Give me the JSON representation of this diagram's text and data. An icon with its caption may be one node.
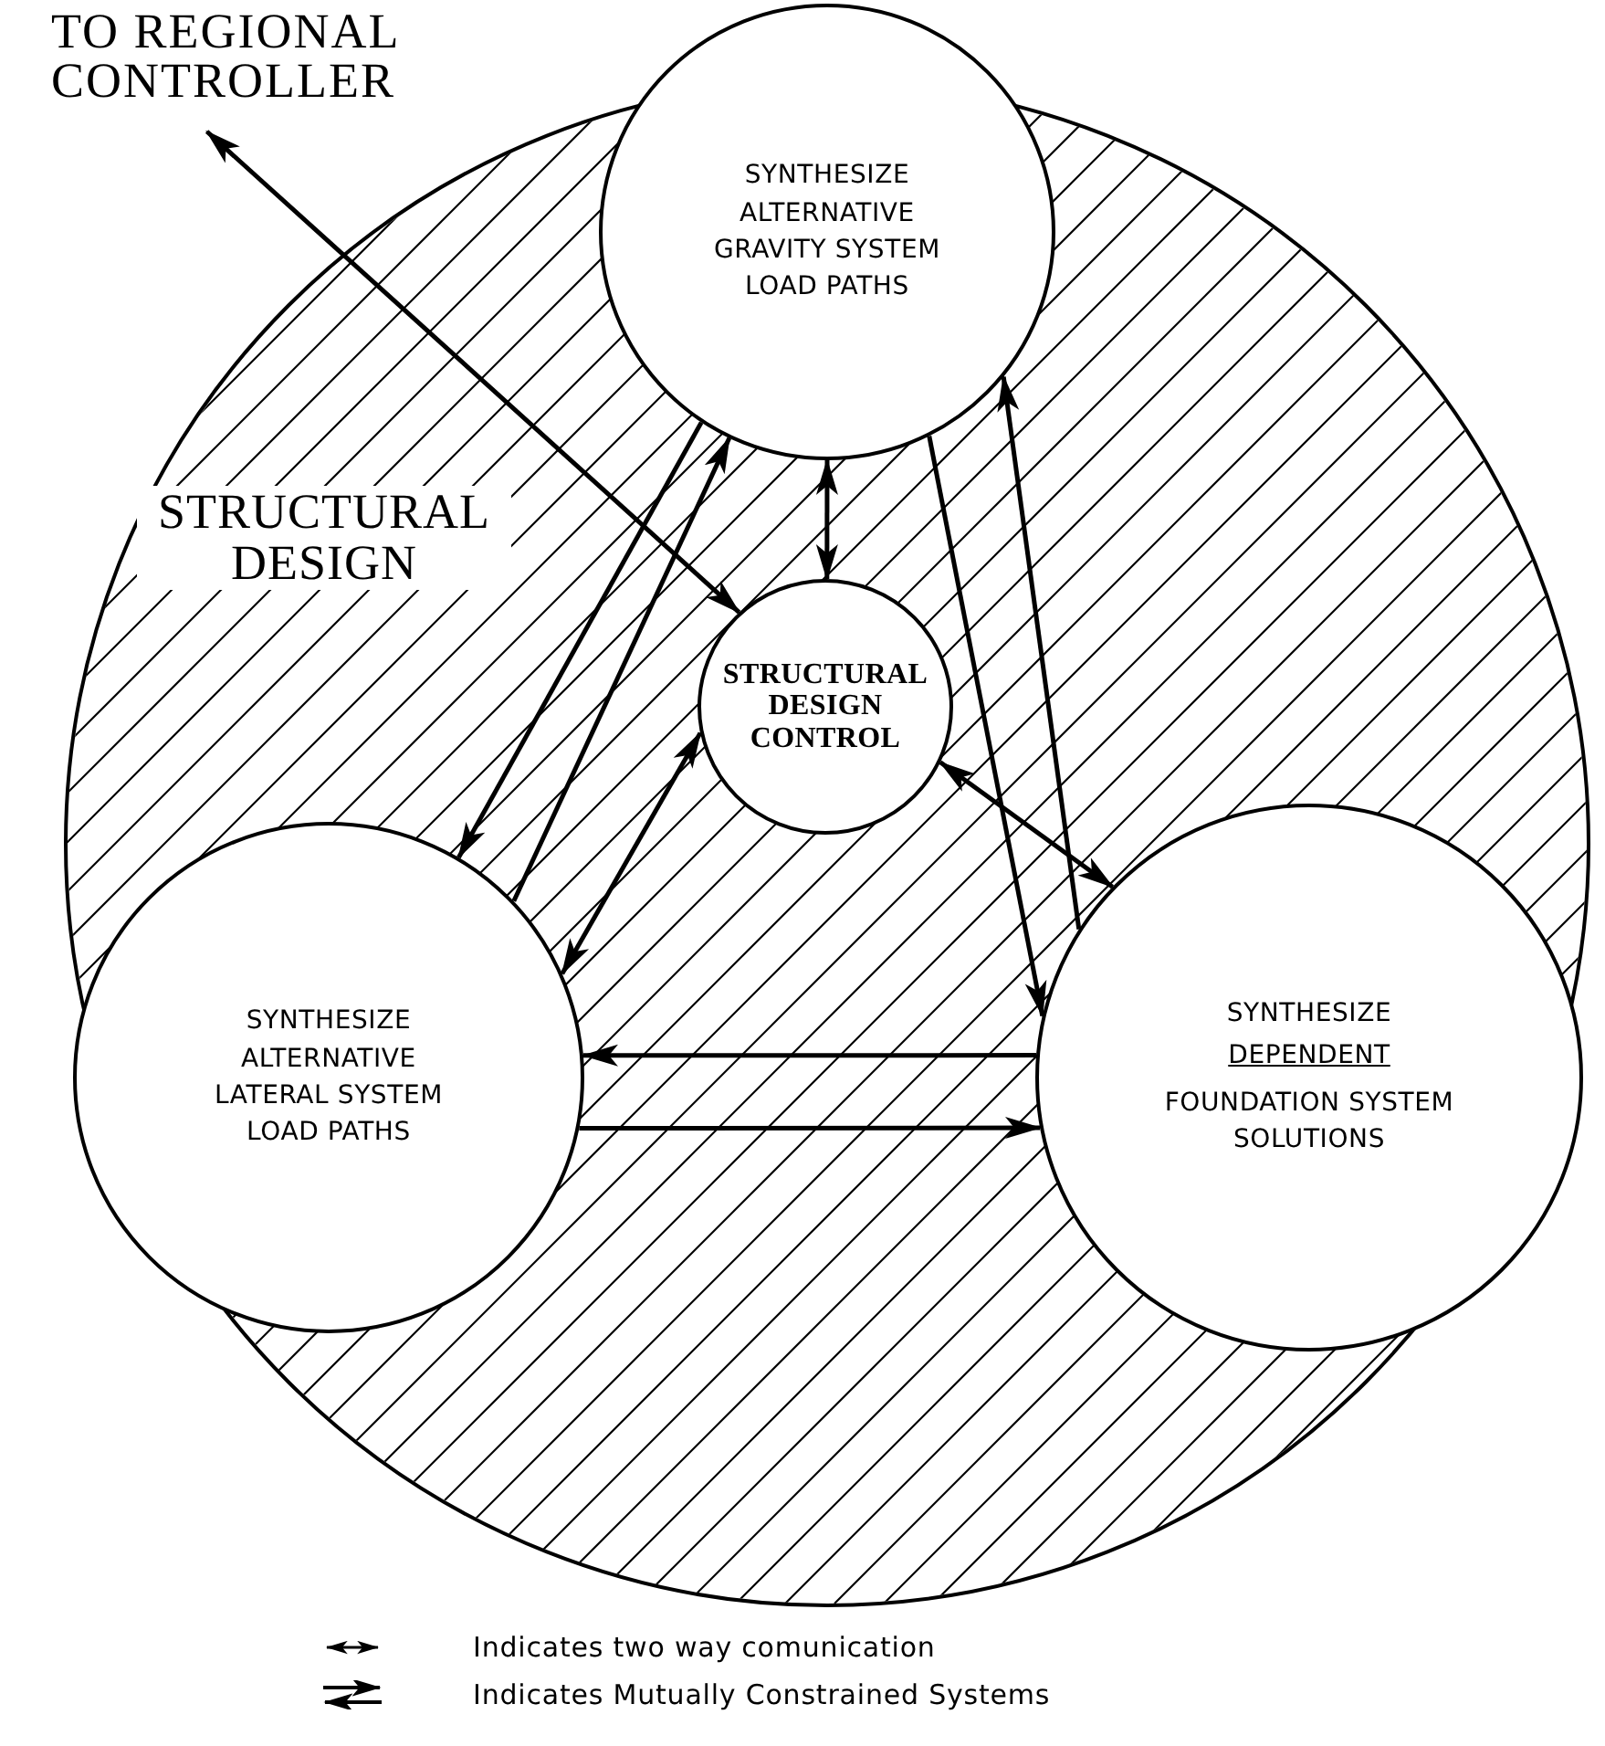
{
  "diagram": {
    "nodes": [
      {
        "text": [
          "STRUCTURAL DESIGN"
        ]
      },
      {
        "text": [
          "SYNTHESIZE ALTERNATIVE GRAVITY SYSTEM LOAD PATHS"
        ],
        "in": 0
      },
      {
        "text": [
          "STRUCTURAL DESIGN CONTROL"
        ],
        "in": 0
      },
      {
        "text": [
          "SYNTHESIZE ALTERNATIVE LATERAL SYSTEM LOAD PATHS"
        ],
        "in": 0
      },
      {
        "text": [
          "SYNTHESIZE",
          "DEPENDENT",
          "FOUNDATION SYSTEM SOLUTIONS"
        ],
        "in": 0
      },
      {
        "text": [
          "TO REGIONAL CONTROLLER"
        ]
      }
    ],
    "edges": [
      {
        "from": 1,
        "to": 3,
        "arrow": "to"
      },
      {
        "from": 3,
        "to": 1,
        "arrow": "to"
      },
      {
        "from": 1,
        "to": 2,
        "arrow": "both"
      },
      {
        "from": 1,
        "to": 4,
        "arrow": "to"
      },
      {
        "from": 4,
        "to": 1,
        "arrow": "to"
      },
      {
        "from": 3,
        "to": 2,
        "arrow": "both"
      },
      {
        "from": 2,
        "to": 4,
        "arrow": "both"
      },
      {
        "from": 4,
        "to": 3,
        "arrow": "to"
      },
      {
        "from": 3,
        "to": 4,
        "arrow": "to"
      },
      {
        "from": 2,
        "to": 5,
        "arrow": "both"
      }
    ],
    "legend": [
      {
        "text": "Indicates two way comunication"
      },
      {
        "text": "Indicates Mutually Constrained Systems"
      }
    ]
  }
}
